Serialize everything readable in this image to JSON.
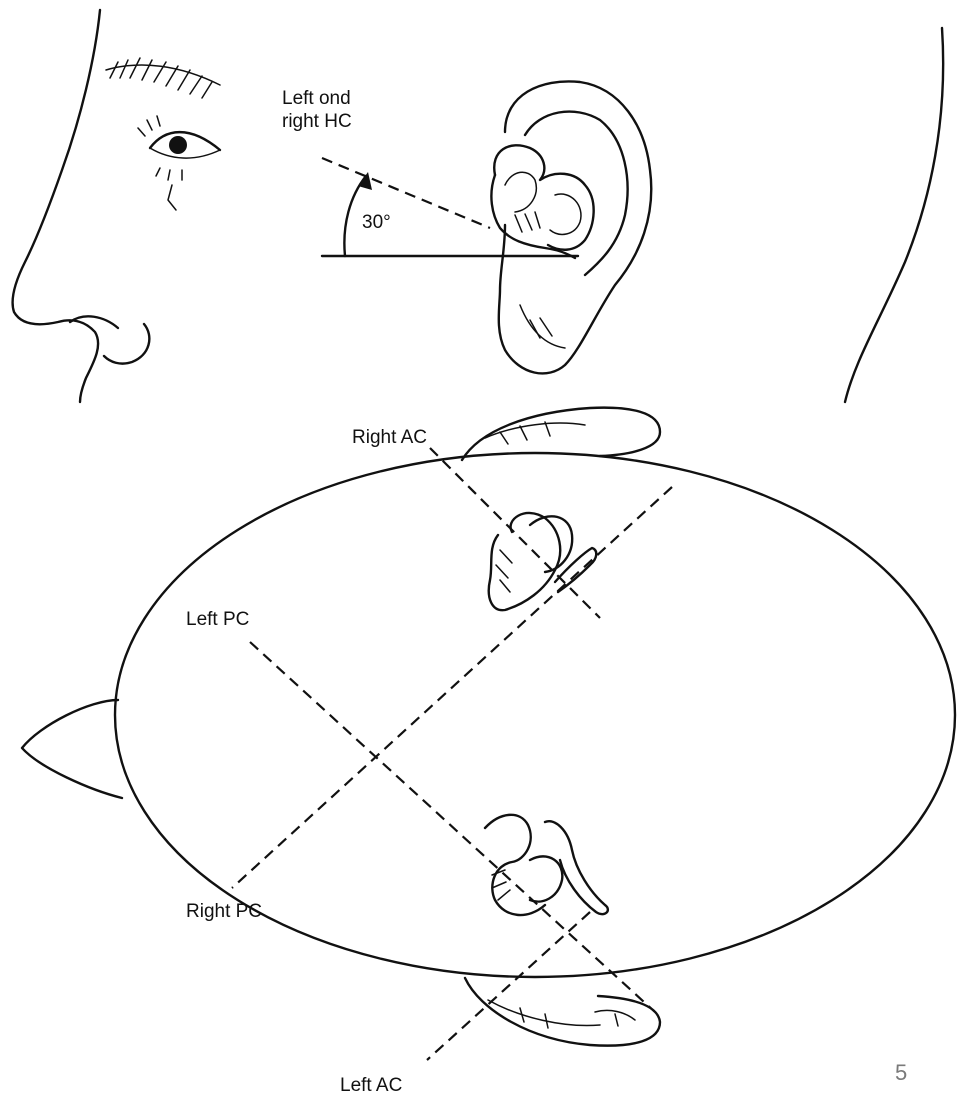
{
  "labels": {
    "hc_line1": "Left ond",
    "hc_line2": "right HC",
    "angle": "30°",
    "right_ac": "Right AC",
    "left_pc": "Left PC",
    "right_pc": "Right PC",
    "left_ac": "Left AC"
  },
  "page_number": "5"
}
